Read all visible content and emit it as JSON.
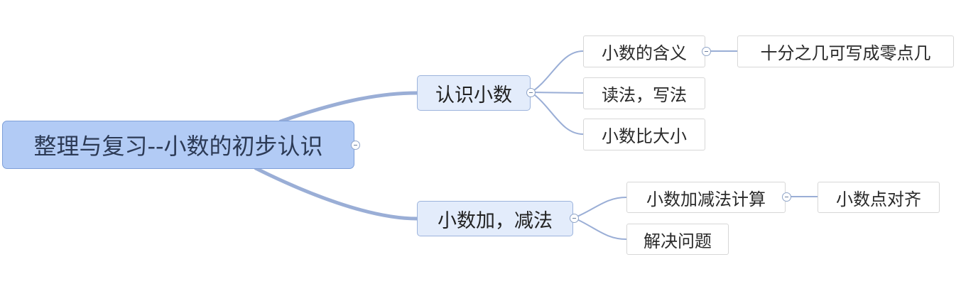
{
  "mindmap": {
    "root": {
      "label": "整理与复习--小数的初步认识"
    },
    "branches": [
      {
        "label": "认识小数",
        "children": [
          {
            "label": "小数的含义",
            "children": [
              {
                "label": "十分之几可写成零点几"
              }
            ]
          },
          {
            "label": "读法，写法"
          },
          {
            "label": "小数比大小"
          }
        ]
      },
      {
        "label": "小数加，减法",
        "children": [
          {
            "label": "小数加减法计算",
            "children": [
              {
                "label": "小数点对齐"
              }
            ]
          },
          {
            "label": "解决问题"
          }
        ]
      }
    ]
  },
  "colors": {
    "root_fill": "#b2cbf5",
    "root_border": "#7e9fd8",
    "main_fill": "#e3ecfb",
    "main_border": "#9cb3dc",
    "connector": "#9aaed6"
  }
}
